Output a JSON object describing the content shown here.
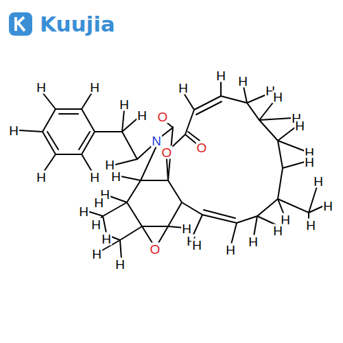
{
  "diagram": {
    "labels": [
      "Kuujia",
      "H",
      "H",
      "H",
      "H",
      "H",
      "H",
      "H",
      "H",
      "H",
      "H",
      "H",
      "H",
      "H",
      "H",
      "H",
      "H",
      "H",
      "H",
      "H",
      "O",
      "N",
      "H",
      "O",
      "O",
      "H",
      "H",
      "H",
      "H",
      "H",
      "H",
      "H",
      "H",
      "H",
      "H",
      "H",
      "H",
      "H",
      "H",
      "H",
      "O"
    ]
  }
}
